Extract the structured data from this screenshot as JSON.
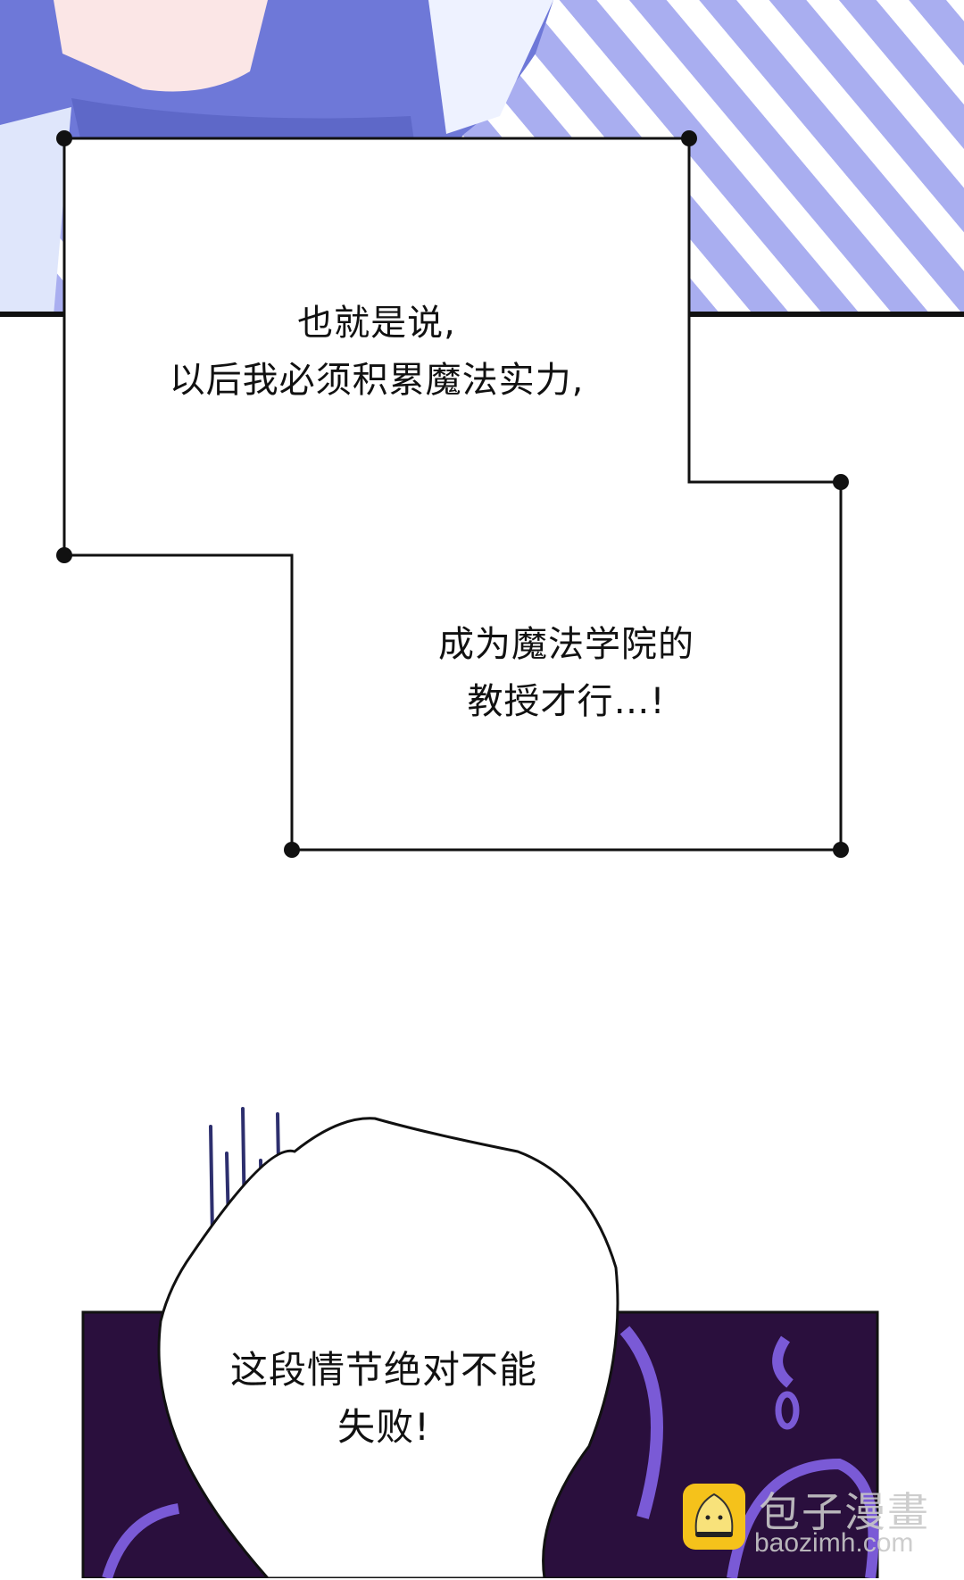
{
  "caption_box": {
    "line1": "也就是说,",
    "line2": "以后我必须积累魔法实力,",
    "line3": "成为魔法学院的",
    "line4": "教授才行…!"
  },
  "speech_bubble": {
    "line1": "这段情节绝对不能",
    "line2": "失败!"
  },
  "watermark": {
    "title": "包子漫畫",
    "url": "baozimh.com"
  },
  "colors": {
    "stripe": "#a9aef0",
    "night_panel": "#2a0f3d",
    "glow": "#7a5ad6",
    "logo": "#f5c21b"
  }
}
